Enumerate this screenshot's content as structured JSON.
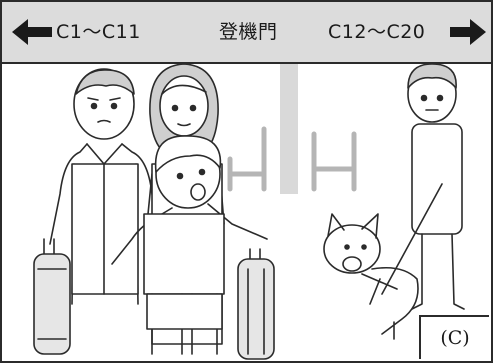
{
  "sign": {
    "left_text": "C1～C11",
    "center_text": "登機門",
    "right_text": "C12～C20"
  },
  "panel_label": "(C)",
  "icons": [
    "arrow-left-icon",
    "arrow-right-icon"
  ]
}
